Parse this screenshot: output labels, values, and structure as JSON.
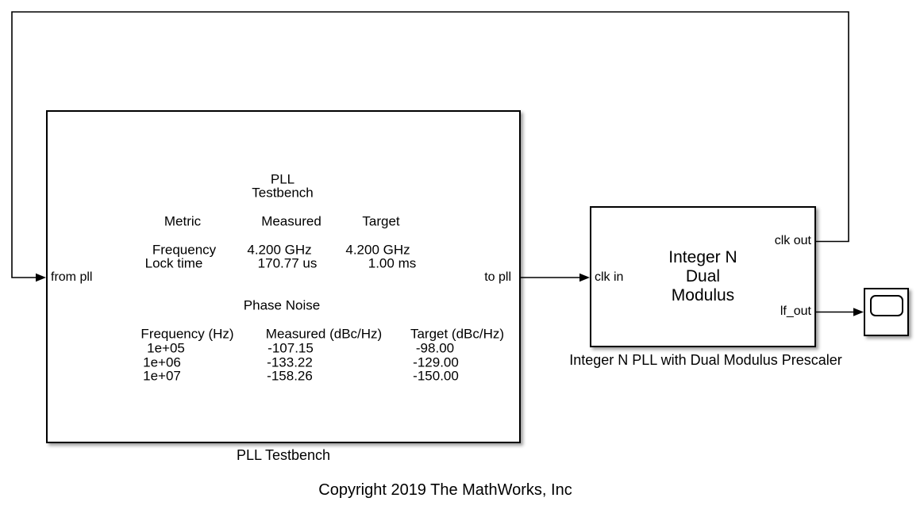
{
  "canvas": {
    "background_color": "#ffffff",
    "wire_color": "#000000"
  },
  "testbench_block": {
    "caption": "PLL Testbench",
    "title_lines": [
      "PLL",
      "Testbench"
    ],
    "port_in_label": "from pll",
    "port_out_label": "to pll",
    "metrics": {
      "headers": [
        "Metric",
        "Measured",
        "Target"
      ],
      "rows": [
        {
          "metric": "Frequency",
          "measured": "4.200 GHz",
          "target": "4.200 GHz"
        },
        {
          "metric": "Lock time",
          "measured": "170.77 us",
          "target": "1.00 ms"
        }
      ]
    },
    "phase_noise": {
      "title": "Phase Noise",
      "headers": [
        "Frequency (Hz)",
        "Measured (dBc/Hz)",
        "Target (dBc/Hz)"
      ],
      "rows": [
        {
          "frequency": "1e+05",
          "measured": "-107.15",
          "target": "-98.00"
        },
        {
          "frequency": "1e+06",
          "measured": "-133.22",
          "target": "-129.00"
        },
        {
          "frequency": "1e+07",
          "measured": "-158.26",
          "target": "-150.00"
        }
      ]
    }
  },
  "integer_n_block": {
    "caption": "Integer N PLL with Dual Modulus Prescaler",
    "title_lines": [
      "Integer N",
      "Dual",
      "Modulus"
    ],
    "port_clk_in_label": "clk in",
    "port_clk_out_label": "clk out",
    "port_lf_out_label": "lf_out"
  },
  "scope_block": {
    "icon": "scope-screen"
  },
  "footer": {
    "copyright": "Copyright 2019 The MathWorks, Inc"
  }
}
